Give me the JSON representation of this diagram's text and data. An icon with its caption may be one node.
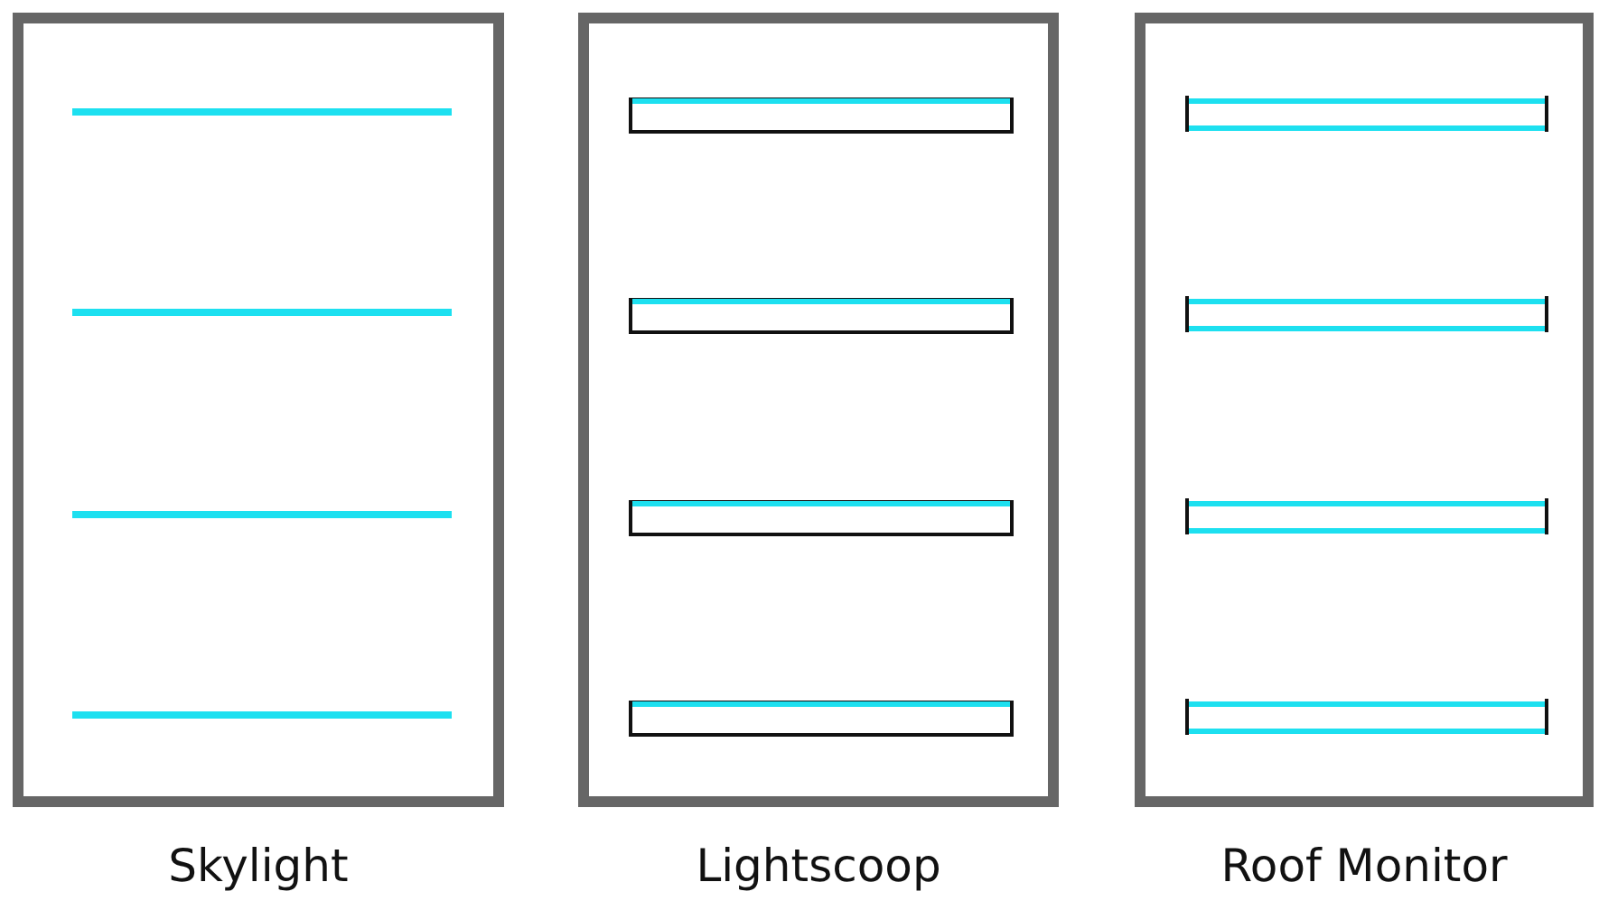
{
  "diagram": {
    "nodes": [
      {
        "text": [
          "Skylight"
        ]
      },
      {
        "text": [
          "Lightscoop"
        ]
      },
      {
        "text": [
          "Roof Monitor"
        ]
      }
    ]
  }
}
